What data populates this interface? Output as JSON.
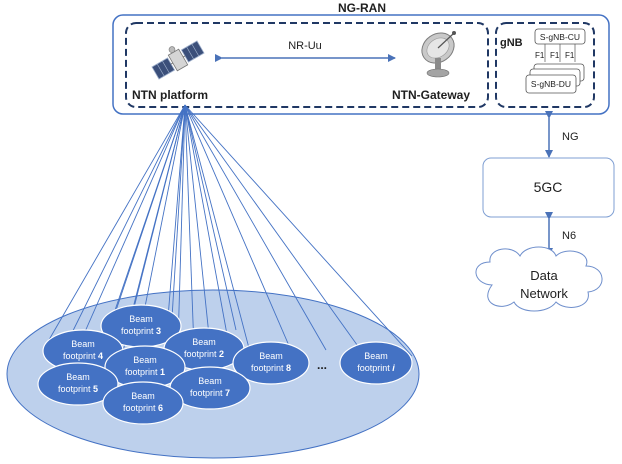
{
  "ngran": {
    "title": "NG-RAN"
  },
  "ntn": {
    "platform_label": "NTN platform",
    "gateway_label": "NTN-Gateway",
    "link_label": "NR-Uu"
  },
  "gnb": {
    "title": "gNB",
    "cu_label": "S-gNB-CU",
    "du_label": "S-gNB-DU",
    "f1_labels": [
      "F1",
      "F1",
      "F1"
    ]
  },
  "core": {
    "ng_label": "NG",
    "core_label": "5GC",
    "n6_label": "N6",
    "dn_line1": "Data",
    "dn_line2": "Network"
  },
  "beams": {
    "ellipsis": "...",
    "footprints": [
      {
        "line1": "Beam",
        "line2a": "footprint ",
        "num": "3"
      },
      {
        "line1": "Beam",
        "line2a": "footprint ",
        "num": "4"
      },
      {
        "line1": "Beam",
        "line2a": "footprint ",
        "num": "2"
      },
      {
        "line1": "Beam",
        "line2a": "footprint ",
        "num": "1"
      },
      {
        "line1": "Beam",
        "line2a": "footprint ",
        "num": "8"
      },
      {
        "line1": "Beam",
        "line2a": "footprint ",
        "num": "5"
      },
      {
        "line1": "Beam",
        "line2a": "footprint ",
        "num": "7"
      },
      {
        "line1": "Beam",
        "line2a": "footprint ",
        "num": "6"
      },
      {
        "line1": "Beam",
        "line2a": "footprint ",
        "num": "i"
      }
    ]
  },
  "colors": {
    "box_border": "#4472c4",
    "beam_fill": "#4472c4",
    "coverage_fill": "#bdd0ec",
    "arrow": "#4a72b8",
    "text_dark": "#1f1f1f"
  }
}
